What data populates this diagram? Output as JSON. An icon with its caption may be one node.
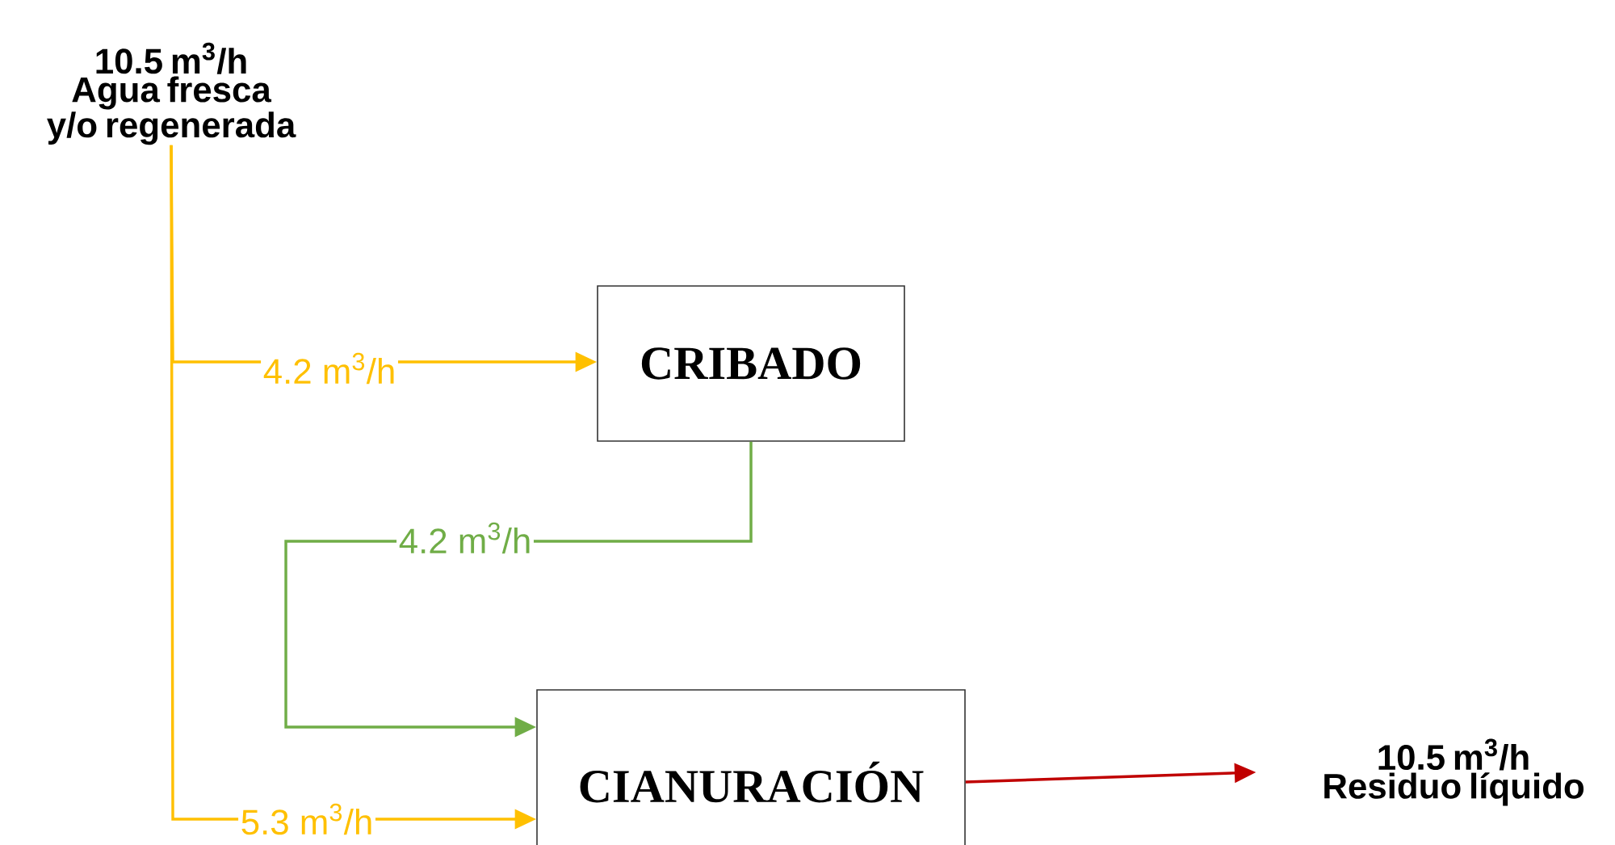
{
  "diagram": {
    "nodes": [
      {
        "text": [
          "10.5 m$^{3}$/h",
          "Agua fresca y/o regenerada"
        ]
      },
      {
        "text": [
          "CRIBADO"
        ]
      },
      {
        "text": [
          "CIANURACIÓN"
        ]
      },
      {
        "text": [
          "10.5 m$^{3}$/h",
          "Residuo líquido"
        ]
      }
    ],
    "edges": [
      {
        "from": 0,
        "to": 1,
        "arrow": "to",
        "label": "4.2 m$^{3}$/h",
        "color": "#ffc000"
      },
      {
        "from": 0,
        "to": 2,
        "arrow": "to",
        "label": "5.3 m$^{3}$/h",
        "color": "#ffc000"
      },
      {
        "from": 1,
        "to": 2,
        "arrow": "to",
        "label": "4.2 m$^{3}$/h",
        "color": "#70ad47"
      },
      {
        "from": 2,
        "to": 3,
        "arrow": "to",
        "color": "#c00000"
      }
    ]
  }
}
